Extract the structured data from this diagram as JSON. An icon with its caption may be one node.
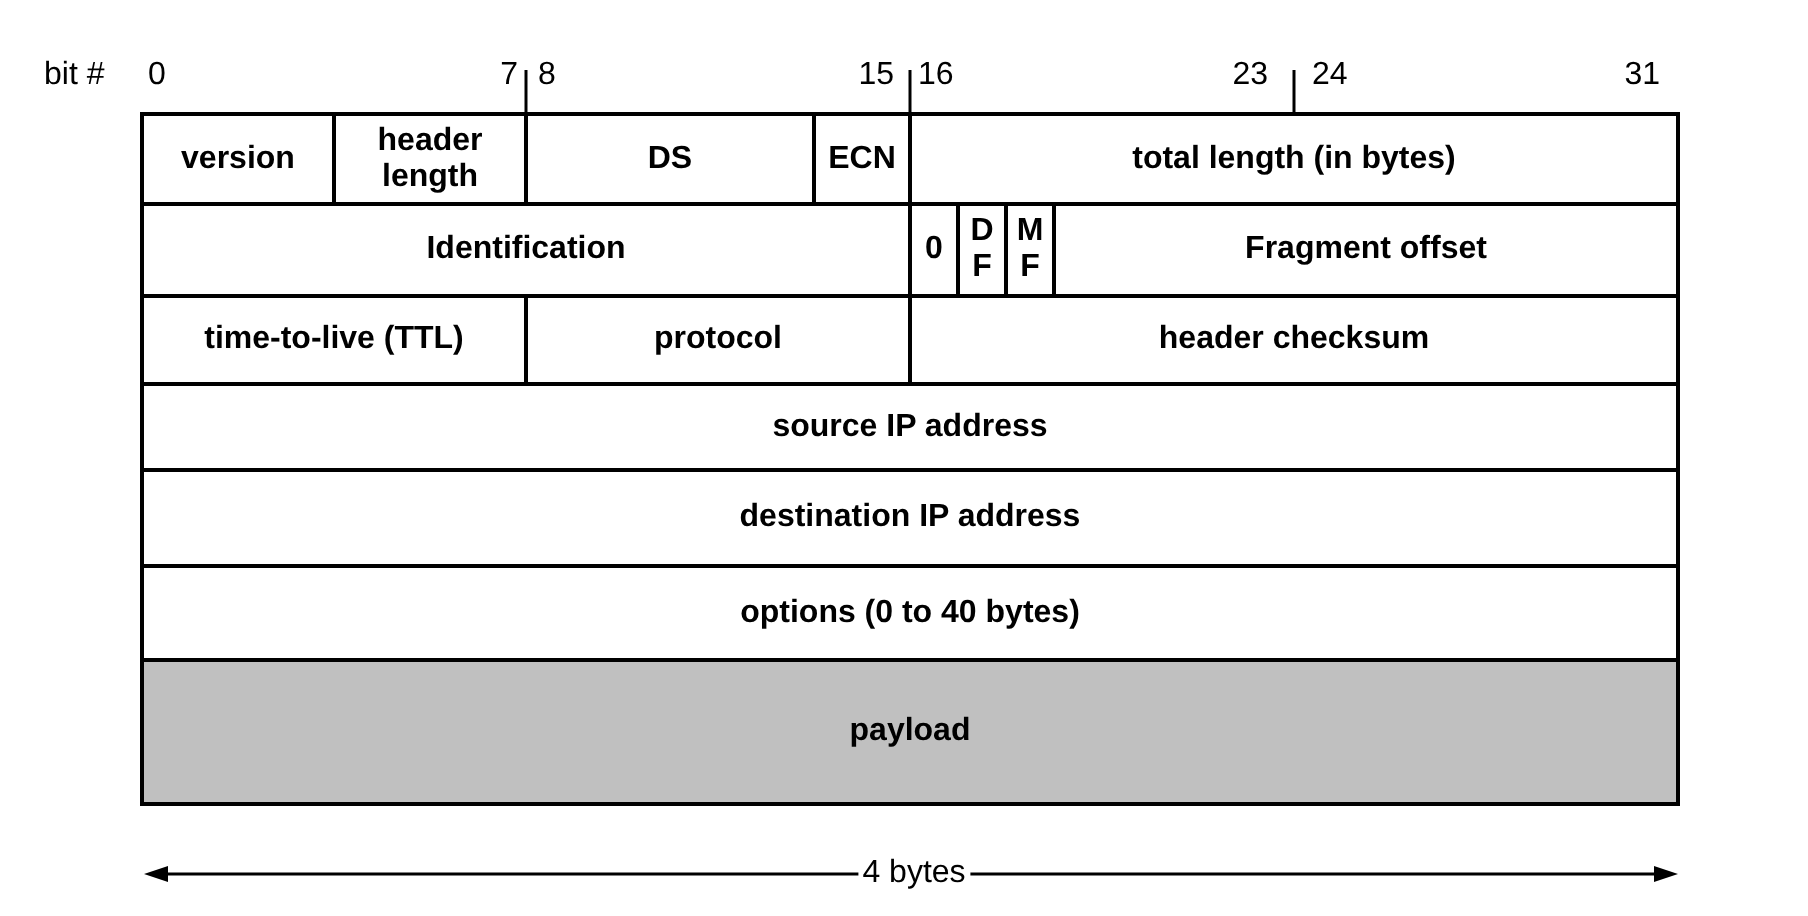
{
  "diagram": {
    "nodes": [
      {
        "text": [
          "version"
        ]
      },
      {
        "text": [
          "header length"
        ]
      },
      {
        "text": [
          "DS"
        ]
      },
      {
        "text": [
          "ECN"
        ]
      },
      {
        "text": [
          "total length (in bytes)"
        ]
      },
      {
        "text": [
          "Identification"
        ]
      },
      {
        "text": [
          "0"
        ]
      },
      {
        "text": [
          "D F"
        ]
      },
      {
        "text": [
          "M F"
        ]
      },
      {
        "text": [
          "Fragment offset"
        ]
      },
      {
        "text": [
          "time-to-live (TTL)"
        ]
      },
      {
        "text": [
          "protocol"
        ]
      },
      {
        "text": [
          "header checksum"
        ]
      },
      {
        "text": [
          "source IP address"
        ]
      },
      {
        "text": [
          "destination IP address"
        ]
      },
      {
        "text": [
          "options (0 to 40 bytes)"
        ]
      },
      {
        "text": [
          "payload"
        ]
      }
    ],
    "labels": [
      "bit #",
      "0",
      "7",
      "8",
      "15",
      "16",
      "23",
      "24",
      "31",
      "4 bytes"
    ]
  }
}
